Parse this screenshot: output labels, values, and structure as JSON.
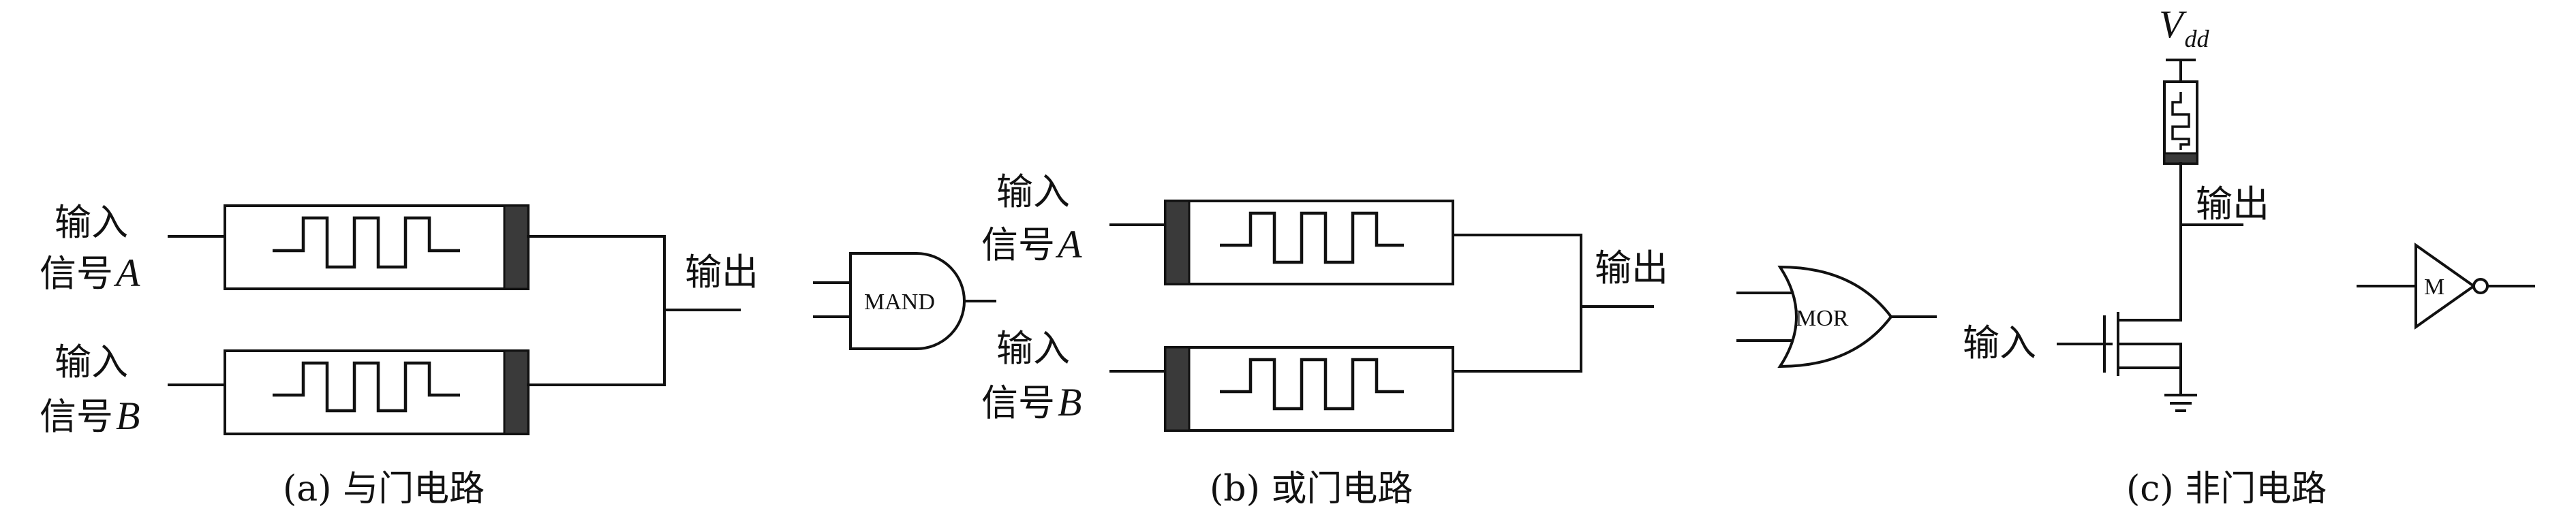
{
  "panel_a": {
    "input_a_line1": "输入",
    "input_a_line2": "信号",
    "input_a_var": "A",
    "input_b_line1": "输入",
    "input_b_line2": "信号",
    "input_b_var": "B",
    "output": "输出",
    "gate": "MAND",
    "caption": "(a) 与门电路"
  },
  "panel_b": {
    "input_a_line1": "输入",
    "input_a_line2": "信号",
    "input_a_var": "A",
    "input_b_line1": "输入",
    "input_b_line2": "信号",
    "input_b_var": "B",
    "output": "输出",
    "gate": "MOR",
    "caption": "(b) 或门电路"
  },
  "panel_c": {
    "supply": "V",
    "supply_sub": "dd",
    "output": "输出",
    "input": "输入",
    "gate": "M",
    "caption": "(c) 非门电路"
  }
}
